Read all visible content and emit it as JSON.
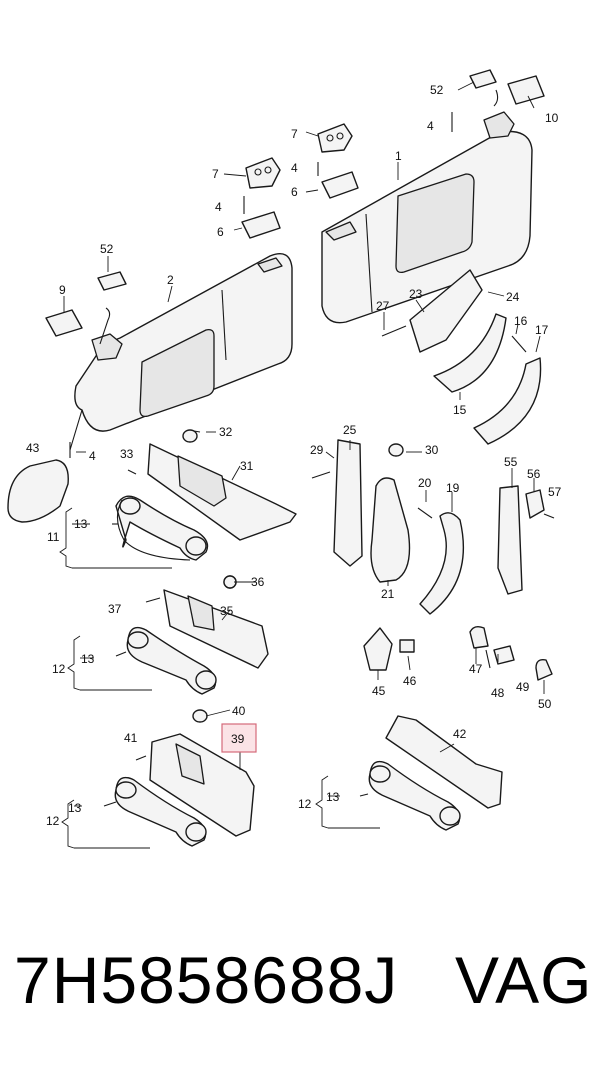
{
  "diagram": {
    "callouts": [
      "1",
      "2",
      "4",
      "4",
      "4",
      "4",
      "6",
      "6",
      "7",
      "7",
      "9",
      "10",
      "11",
      "12",
      "12",
      "12",
      "13",
      "13",
      "13",
      "13",
      "15",
      "16",
      "17",
      "19",
      "20",
      "21",
      "23",
      "24",
      "25",
      "27",
      "29",
      "30",
      "31",
      "32",
      "33",
      "35",
      "36",
      "37",
      "39",
      "40",
      "41",
      "42",
      "43",
      "45",
      "46",
      "47",
      "48",
      "49",
      "50",
      "52",
      "52",
      "55",
      "56",
      "57"
    ],
    "highlighted_callout": "39",
    "highlight_color": "#fbe3e6"
  },
  "footer": {
    "part_number": "7H5858688J",
    "brand": "VAG"
  }
}
